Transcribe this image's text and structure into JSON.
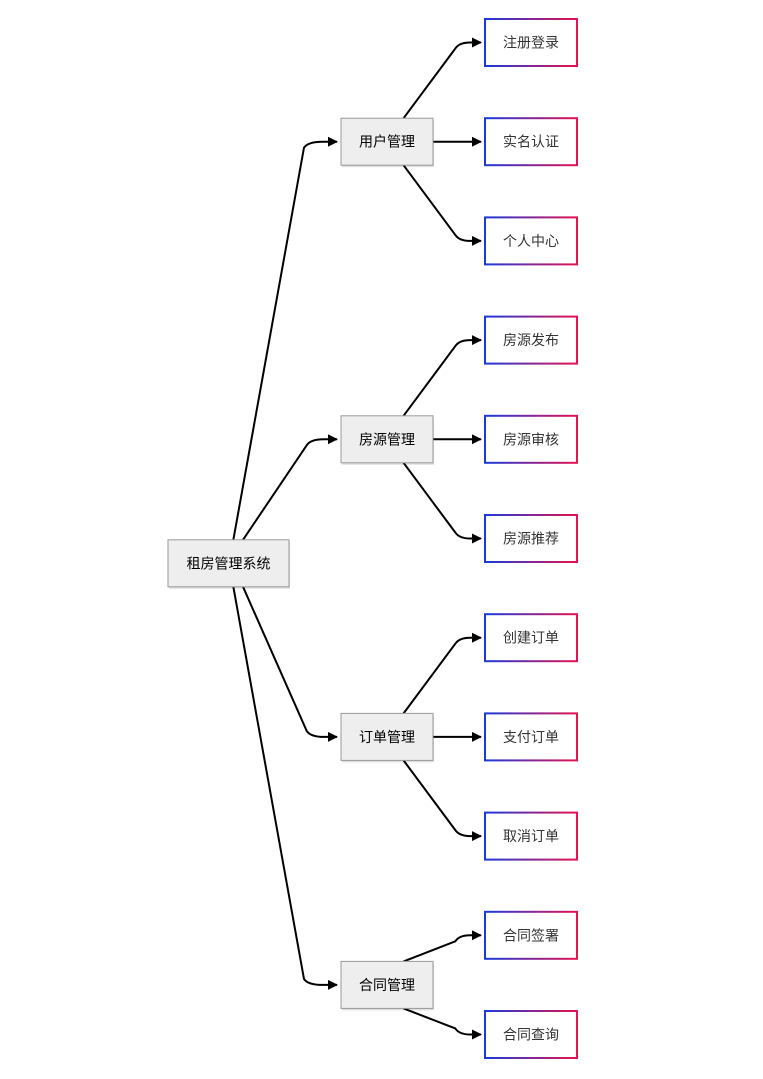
{
  "diagram": {
    "root": {
      "label": "租房管理系统",
      "children": [
        {
          "label": "用户管理",
          "children": [
            {
              "label": "注册登录"
            },
            {
              "label": "实名认证"
            },
            {
              "label": "个人中心"
            }
          ]
        },
        {
          "label": "房源管理",
          "children": [
            {
              "label": "房源发布"
            },
            {
              "label": "房源审核"
            },
            {
              "label": "房源推荐"
            }
          ]
        },
        {
          "label": "订单管理",
          "children": [
            {
              "label": "创建订单"
            },
            {
              "label": "支付订单"
            },
            {
              "label": "取消订单"
            }
          ]
        },
        {
          "label": "合同管理",
          "children": [
            {
              "label": "合同签署"
            },
            {
              "label": "合同查询"
            }
          ]
        }
      ]
    },
    "colors": {
      "node_fill": "#eeeeee",
      "node_border": "#999999",
      "leaf_fill": "#ffffff",
      "leaf_gradient_start": "#1a3adf",
      "leaf_gradient_end": "#e8124f",
      "edge": "#000000",
      "text": "#000000",
      "leaf_text": "#333333"
    }
  }
}
